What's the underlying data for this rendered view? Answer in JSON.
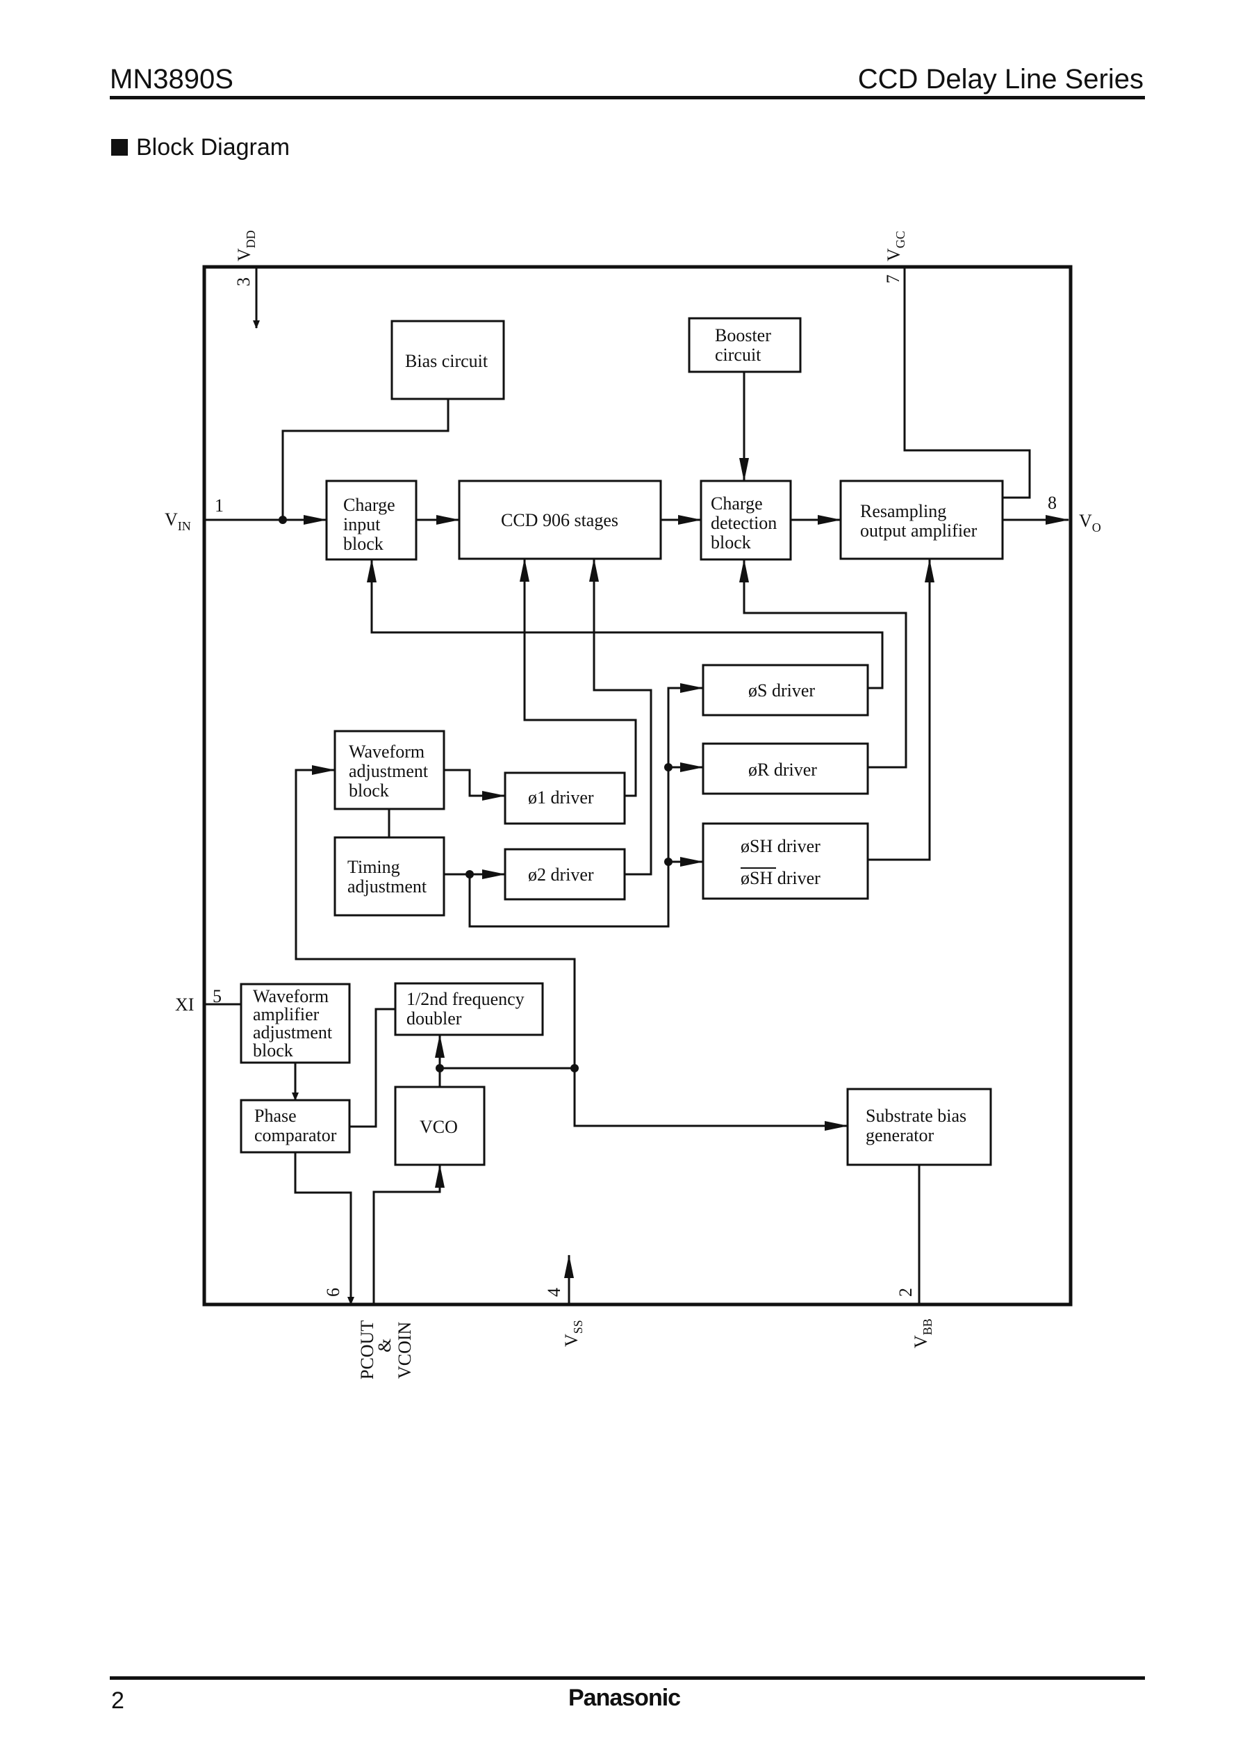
{
  "header": {
    "part_number": "MN3890S",
    "series": "CCD Delay Line Series"
  },
  "section": {
    "title": "Block Diagram"
  },
  "blocks": {
    "bias": [
      "Bias circuit"
    ],
    "booster": [
      "Booster",
      "circuit"
    ],
    "charge_input": [
      "Charge",
      "input",
      "block"
    ],
    "ccd": [
      "CCD 906 stages"
    ],
    "charge_detection": [
      "Charge",
      "detection",
      "block"
    ],
    "resampling": [
      "Resampling",
      "output amplifier"
    ],
    "s_driver": [
      "øS driver"
    ],
    "r_driver": [
      "øR driver"
    ],
    "sh_driver": [
      "øSH driver"
    ],
    "shbar_driver": [
      "øSH driver"
    ],
    "phi1_driver": [
      "ø1 driver"
    ],
    "phi2_driver": [
      "ø2 driver"
    ],
    "waveform_adj": [
      "Waveform",
      "adjustment",
      "block"
    ],
    "timing_adj": [
      "Timing",
      "adjustment"
    ],
    "waveform_amp": [
      "Waveform",
      "amplifier",
      "adjustment",
      "block"
    ],
    "freq_doubler": [
      "1/2nd frequency",
      "doubler"
    ],
    "phase_comp": [
      "Phase",
      "comparator"
    ],
    "vco": [
      "VCO"
    ],
    "substrate_bias": [
      "Substrate bias",
      "generator"
    ]
  },
  "pins": {
    "vdd": {
      "number": "3",
      "name": "V",
      "sub": "DD"
    },
    "vgc": {
      "number": "7",
      "name": "V",
      "sub": "GC"
    },
    "vin": {
      "number": "1",
      "name": "V",
      "sub": "IN"
    },
    "vo": {
      "number": "8",
      "name": "V",
      "sub": "O"
    },
    "xi": {
      "number": "5",
      "name": "XI"
    },
    "pcout": {
      "number": "6",
      "lines": [
        "PCOUT",
        "&",
        "VCOIN"
      ]
    },
    "vss": {
      "number": "4",
      "name": "V",
      "sub": "SS"
    },
    "vbb": {
      "number": "2",
      "name": "V",
      "sub": "BB"
    }
  },
  "footer": {
    "page": "2",
    "brand": "Panasonic"
  }
}
